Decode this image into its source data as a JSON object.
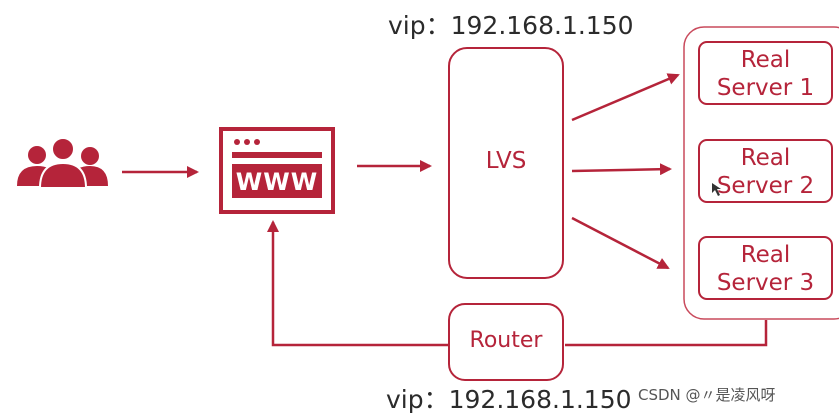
{
  "labels": {
    "vip_top": "vip：192.168.1.150",
    "vip_bottom": "vip：192.168.1.150",
    "www": "WWW",
    "lvs": "LVS",
    "router": "Router",
    "servers": [
      {
        "line1": "Real",
        "line2": "Server 1"
      },
      {
        "line1": "Real",
        "line2": "Server 2"
      },
      {
        "line1": "Real",
        "line2": "Server 3"
      }
    ]
  },
  "watermark": "CSDN @〃是凌风呀",
  "icons": {
    "users": "users-icon",
    "browser": "browser-window-icon"
  },
  "colors": {
    "accent": "#b5243a",
    "accent_light": "#c94a5c",
    "text_dark": "#2b2b2b"
  }
}
